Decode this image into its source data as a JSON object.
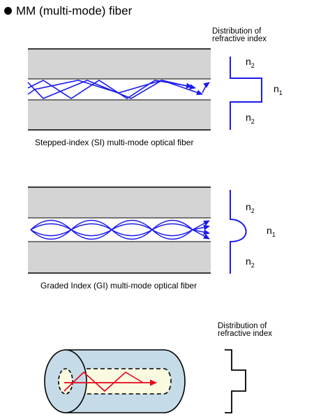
{
  "heading": "MM (multi-mode) fiber",
  "distribution_label": {
    "line1": "Distribution of",
    "line2": "refractive index"
  },
  "si": {
    "caption": "Stepped-index (SI) multi-mode optical fiber",
    "n_outer_top": "n",
    "n_outer_top_sub": "2",
    "n_core": "n",
    "n_core_sub": "1",
    "n_outer_bottom": "n",
    "n_outer_bottom_sub": "2"
  },
  "gi": {
    "caption": "Graded Index (GI) multi-mode optical fiber",
    "n_outer_top": "n",
    "n_outer_top_sub": "2",
    "n_core": "n",
    "n_core_sub": "1",
    "n_outer_bottom": "n",
    "n_outer_bottom_sub": "2"
  },
  "colors": {
    "cladding": "#d4d4d4",
    "ray_blue": "#1a1aee",
    "ray_red": "#e8001c",
    "cylinder": "#c6dbe8",
    "core_fill": "#fafae0"
  }
}
